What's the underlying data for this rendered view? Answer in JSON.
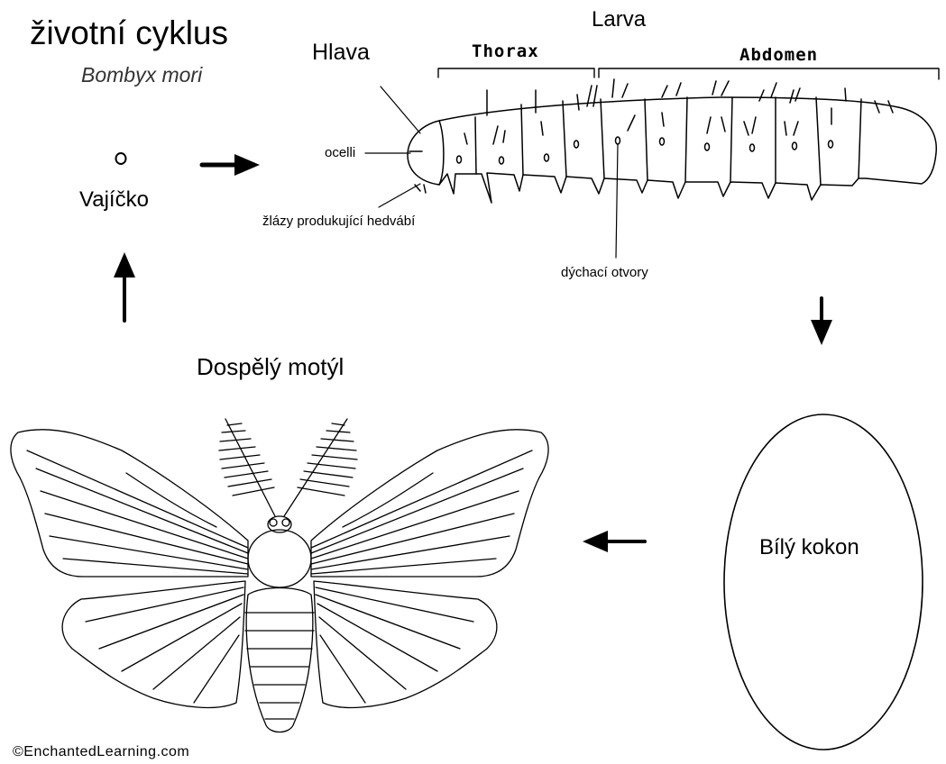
{
  "title": "životní cyklus",
  "species": "Bombyx mori",
  "stages": {
    "egg": "Vajíčko",
    "larva": "Larva",
    "cocoon": "Bílý kokon",
    "adult": "Dospělý motýl"
  },
  "larva_parts": {
    "head": "Hlava",
    "thorax": "Thorax",
    "abdomen": "Abdomen",
    "ocelli": "ocelli",
    "silk_glands": "žlázy produkující hedvábí",
    "spiracles": "dýchací otvory"
  },
  "copyright": "©EnchantedLearning.com"
}
